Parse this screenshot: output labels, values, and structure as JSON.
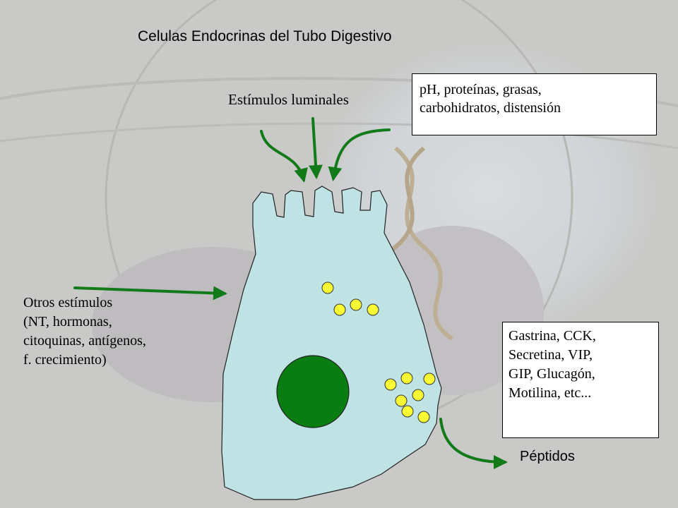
{
  "title": "Celulas Endocrinas del Tubo Digestivo",
  "luminal_label": "Estímulos luminales",
  "luminal_box": {
    "lines": [
      "pH, proteínas, grasas,",
      "carbohidratos, distensión"
    ]
  },
  "other_stimuli": {
    "lines": [
      "Otros estímulos",
      "(NT, hormonas,",
      "citoquinas, antígenos,",
      "f. crecimiento)"
    ]
  },
  "hormones_box": {
    "lines": [
      "Gastrina, CCK,",
      "Secretina, VIP,",
      "GIP, Glucagón,",
      "Motilina, etc..."
    ]
  },
  "output_label": "Péptidos",
  "colors": {
    "cell_fill": "#bfe3e4",
    "nucleus": "#0a7d12",
    "arrow": "#137a1a",
    "granule": "#ffff33"
  }
}
